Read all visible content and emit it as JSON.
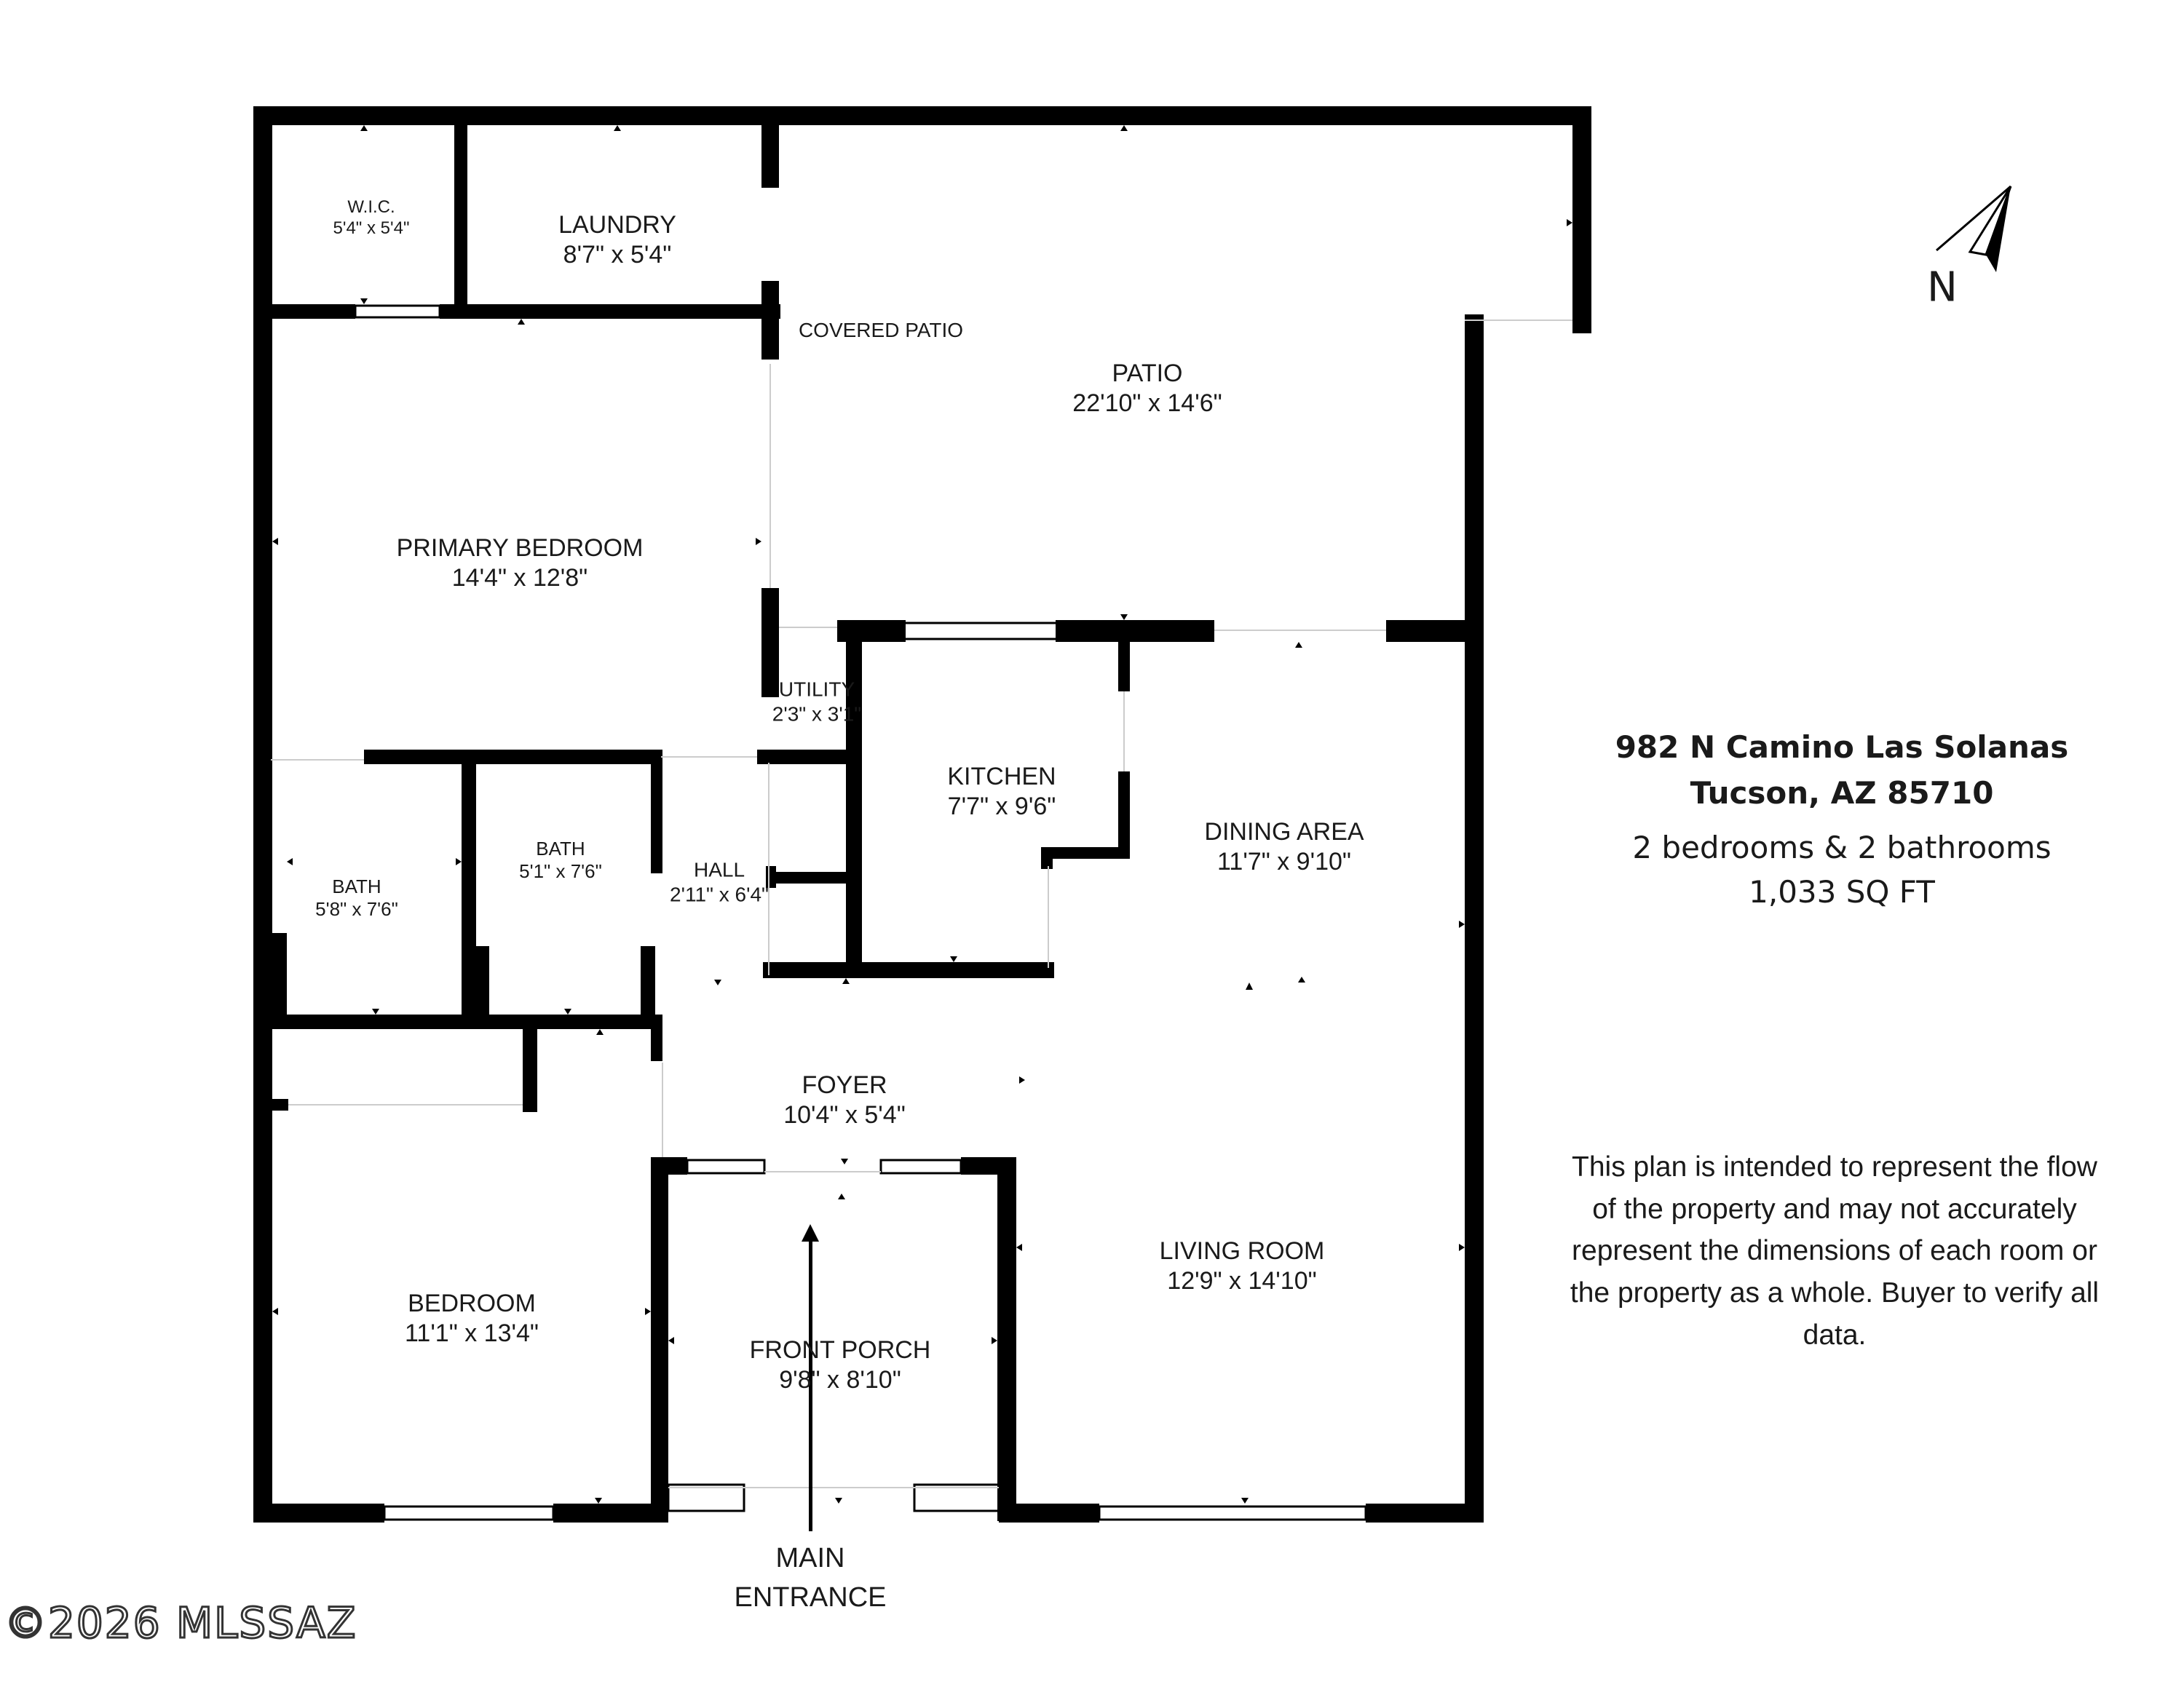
{
  "rooms": {
    "wic": {
      "name": "W.I.C.",
      "dim": "5'4\" x 5'4\""
    },
    "laundry": {
      "name": "LAUNDRY",
      "dim": "8'7\" x 5'4\""
    },
    "covered_patio": {
      "name": "COVERED PATIO"
    },
    "patio": {
      "name": "PATIO",
      "dim": "22'10\" x 14'6\""
    },
    "primary_bedroom": {
      "name": "PRIMARY BEDROOM",
      "dim": "14'4\" x 12'8\""
    },
    "utility": {
      "name": "UTILITY",
      "dim": "2'3\" x 3'1\""
    },
    "kitchen": {
      "name": "KITCHEN",
      "dim": "7'7\" x 9'6\""
    },
    "dining_area": {
      "name": "DINING AREA",
      "dim": "11'7\" x 9'10\""
    },
    "bath1": {
      "name": "BATH",
      "dim": "5'8\" x 7'6\""
    },
    "bath2": {
      "name": "BATH",
      "dim": "5'1\" x 7'6\""
    },
    "hall": {
      "name": "HALL",
      "dim": "2'11\" x 6'4\""
    },
    "foyer": {
      "name": "FOYER",
      "dim": "10'4\" x 5'4\""
    },
    "living_room": {
      "name": "LIVING ROOM",
      "dim": "12'9\" x 14'10\""
    },
    "bedroom": {
      "name": "BEDROOM",
      "dim": "11'1\" x 13'4\""
    },
    "front_porch": {
      "name": "FRONT PORCH",
      "dim": "9'8\" x 8'10\""
    }
  },
  "entrance": {
    "line1": "MAIN",
    "line2": "ENTRANCE"
  },
  "property": {
    "address_line1": "982 N Camino Las Solanas",
    "address_line2": "Tucson, AZ 85710",
    "beds_baths": "2 bedrooms & 2 bathrooms",
    "area": "1,033 SQ FT"
  },
  "disclaimer": "This plan is intended to represent the flow of the property and may not accurately represent the dimensions of each room or the property as a whole. Buyer to verify all data.",
  "north": {
    "label": "N",
    "icon": "north-arrow-icon"
  },
  "copyright": "©2026 MLSSAZ",
  "colors": {
    "wall": "#000000",
    "background": "#ffffff"
  }
}
